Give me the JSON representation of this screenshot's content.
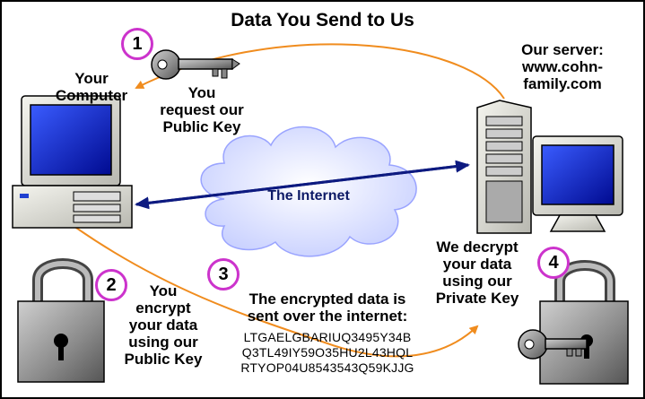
{
  "title": "Data You Send to Us",
  "labels": {
    "your_computer": "Your\nComputer",
    "server": "Our server:\nwww.cohn-\nfamily.com",
    "request_key": "You\nrequest our\nPublic Key",
    "internet": "The Internet",
    "encrypt": "You\nencrypt\nyour data\nusing our\nPublic Key",
    "sent": "The encrypted data is\nsent over the internet:",
    "ciphertext": "LTGAELGBARIUQ3495Y34B\nQ3TL49IY59O35HU2L43HQL\nRTYOP04U8543543Q59KJJG",
    "decrypt": "We decrypt\nyour data\nusing our\nPrivate Key"
  },
  "steps": [
    "1",
    "2",
    "3",
    "4"
  ],
  "colors": {
    "arrow_orange": "#f08c1e",
    "arrow_blue": "#0d1a80",
    "step_ring": "#cc33cc",
    "cloud": "#e4e8ff",
    "screen": "#0018c8",
    "lock_body": "#7a7a7a"
  },
  "icons": [
    "key-icon",
    "padlock-icon",
    "computer-icon",
    "server-icon",
    "cloud-icon",
    "monitor-icon"
  ]
}
